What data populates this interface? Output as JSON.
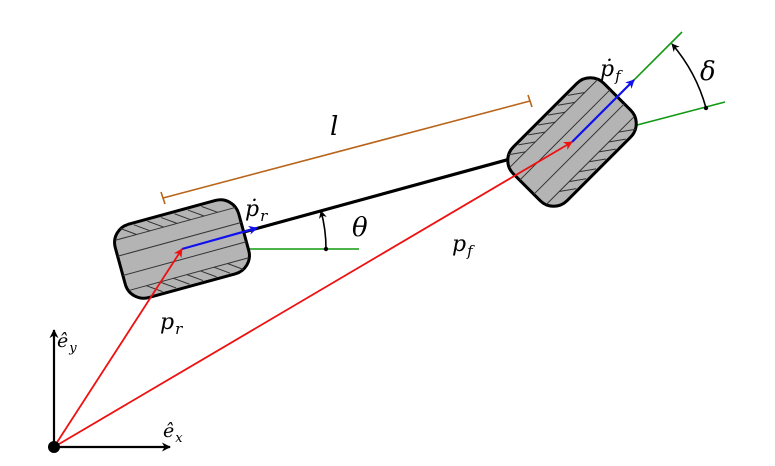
{
  "labels": {
    "wheelbase": "l",
    "heading": "θ",
    "steering": "δ",
    "rear_position": {
      "base": "p",
      "sub": "r"
    },
    "front_position": {
      "base": "p",
      "sub": "f"
    },
    "rear_velocity": {
      "base": "ṗ",
      "sub": "r"
    },
    "front_velocity": {
      "base": "ṗ",
      "sub": "f"
    },
    "axis_x": {
      "base": "ê",
      "sub": "x"
    },
    "axis_y": {
      "base": "ê",
      "sub": "y"
    }
  },
  "colors": {
    "position_vector": "#ee1111",
    "velocity_vector": "#1111ee",
    "reference_line": "#119911",
    "dimension_line": "#b8651b",
    "wheel_fill": "#b4b4b4",
    "wheel_stroke": "#000000",
    "axis": "#000000"
  }
}
